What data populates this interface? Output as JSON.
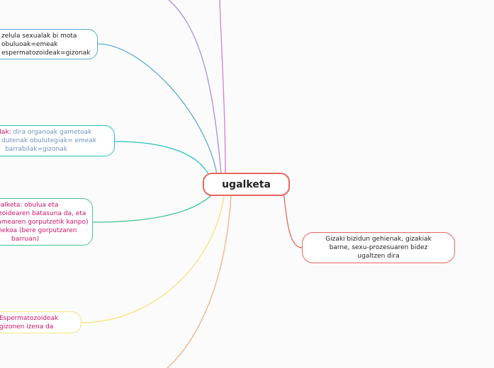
{
  "central": {
    "label": "ugalketa"
  },
  "nodes": {
    "sexual_cells": {
      "lines": [
        "zelula sexualak bi mota",
        "obuluoak=emeak",
        "espermatozoideak=gizonak"
      ]
    },
    "gonadak": {
      "term": "Gonadak:",
      "line1_rest": " dira organoak gametoak",
      "line2": "sortzen dutenak obulutegiak= emeak",
      "line3": "barrabilak=gizonak"
    },
    "ugalketa": {
      "lines": [
        "Ugalketa: obulua eta",
        "espermatozoidearen batasuna da, eta",
        "kanpokoa (amearen gorputzetik kanpo)",
        "edo barnekoa (bere gorputzaren",
        "barruan)"
      ]
    },
    "espermatozoideak": {
      "lines": [
        "Espermatozoideak",
        "gizonen izena da"
      ]
    },
    "gizaki": {
      "lines": [
        "Gizaki bizidun gehienak, gizakiak",
        "barne, sexu-prozesuaren bidez",
        "ugaltzen dira"
      ]
    }
  },
  "colors": {
    "central_border": "#e8665e",
    "sexual_cells": "#58acd9",
    "gonadak": "#27c0c0",
    "ugalketa": "#43c590",
    "espermatozoideak": "#f3e57a",
    "gizaki": "#e8665e",
    "top_branch_purple": "#a98be8",
    "top_branch_pink": "#d77bd0",
    "bottom_branch_orange": "#f4b07c",
    "highlight_red": "#cc1166",
    "highlight_blue": "#6f93bd"
  }
}
